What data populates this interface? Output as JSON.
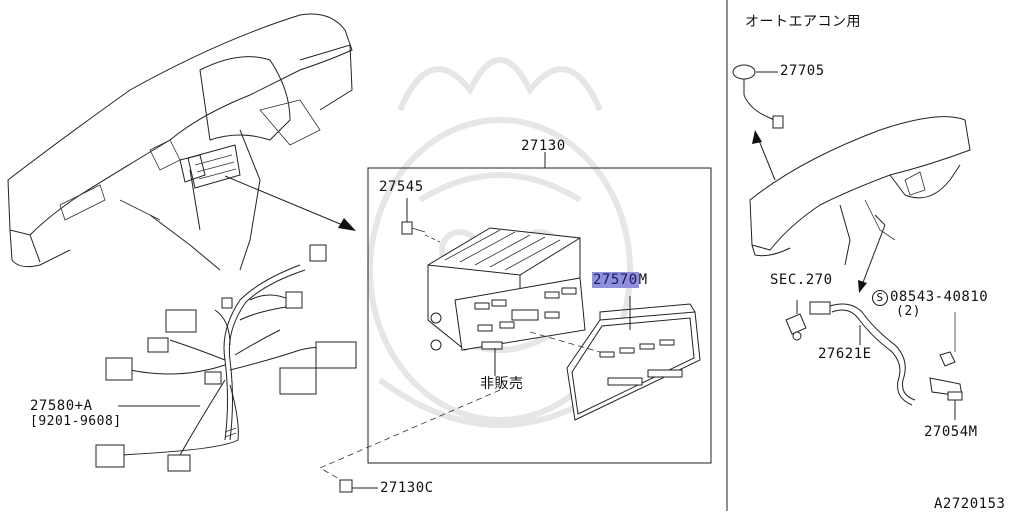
{
  "diagram": {
    "header_note": "オートエアコン用",
    "ref_code": "A2720153",
    "labels": {
      "assembly": "27130",
      "screw": "27545",
      "highlighted_part": "27570",
      "highlighted_suffix": "M",
      "not_sold": "非販売",
      "bottom_screw": "27130C",
      "harness": "27580+A",
      "harness_dates": "[9201-9608]",
      "sensor": "27705",
      "section_ref": "SEC.270",
      "bolt": "08543-40810",
      "bolt_symbol": "S",
      "bolt_qty": "(2)",
      "hose": "27621E",
      "motor": "27054M"
    },
    "colors": {
      "highlight": "#8f8fdc",
      "line": "#222222",
      "watermark": "#e6e6e6"
    }
  }
}
